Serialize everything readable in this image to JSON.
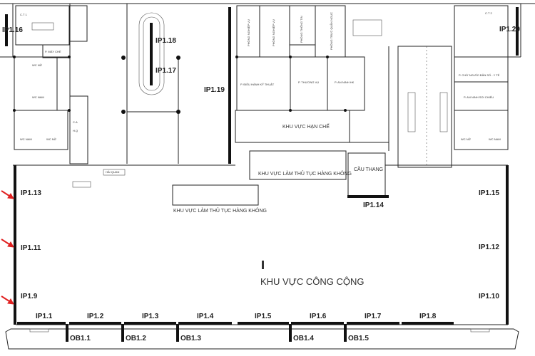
{
  "plan": {
    "public_zone": "KHU VỰC CÔNG CỘNG",
    "restricted_zone": "KHU VỰC HẠN CHẾ",
    "checkin_zone_upper": "KHU VỰC LÀM THỦ TỤC HÀNG KHÔNG",
    "checkin_zone_lower": "KHU VỰC LÀM THỦ TỤC HÀNG KHÔNG",
    "stairs": "CẦU THANG",
    "rooms": {
      "ct1": "C.T 1",
      "ct2": "C.T 2",
      "wc_nu_1": "WC NỮ",
      "wc_nam_1": "WC NAM",
      "wc_nam_2": "WC NAM",
      "wc_nu_2": "WC NỮ",
      "wc_nu_3": "WC NỮ",
      "wc_nam_3": "WC NAM",
      "p_may_che": "P. MÁY CHẾ",
      "ca": "C.A",
      "hq": "H.Q",
      "hai_quan": "HẢI QUAN",
      "p_dieu_hanh": "P. ĐIỀU HÀNH KỸ THUẬT",
      "p_thuong_vu": "P. THƯƠNG VỤ",
      "p_an_ninh_hk": "P. AN NINH HK",
      "p_nghiep_vu_1": "PHÒNG NGHIỆP VỤ",
      "p_nghiep_vu_2": "PHÒNG NGHIỆP VỤ",
      "p_thong_tin": "PHÒNG THÔNG TIN",
      "p_truc": "PHÒNG TRỰC QUẦN NGỤC",
      "p_cho": "P. CHỜ NGƯỜI ĐÂN SỐ - Y TẾ",
      "p_an_ninh_soi": "P. AN NINH SOI CHIẾU"
    },
    "ip_labels": {
      "ip1_1": "IP1.1",
      "ip1_2": "IP1.2",
      "ip1_3": "IP1.3",
      "ip1_4": "IP1.4",
      "ip1_5": "IP1.5",
      "ip1_6": "IP1.6",
      "ip1_7": "IP1.7",
      "ip1_8": "IP1.8",
      "ip1_9": "IP1.9",
      "ip1_10": "IP1.10",
      "ip1_11": "IP1.11",
      "ip1_12": "IP1.12",
      "ip1_13": "IP1.13",
      "ip1_14": "IP1.14",
      "ip1_15": "IP1.15",
      "ip1_16": "IP1.16",
      "ip1_17": "IP1.17",
      "ip1_18": "IP1.18",
      "ip1_19": "IP1.19",
      "ip1_20": "IP1.20"
    },
    "ob_labels": {
      "ob1_1": "OB1.1",
      "ob1_2": "OB1.2",
      "ob1_3": "OB1.3",
      "ob1_4": "OB1.4",
      "ob1_5": "OB1.5"
    },
    "colors": {
      "wall": "#111111",
      "arrow": "#e02020",
      "background": "#ffffff"
    },
    "arrow_marks": [
      "IP1.13",
      "IP1.11",
      "IP1.9"
    ]
  }
}
